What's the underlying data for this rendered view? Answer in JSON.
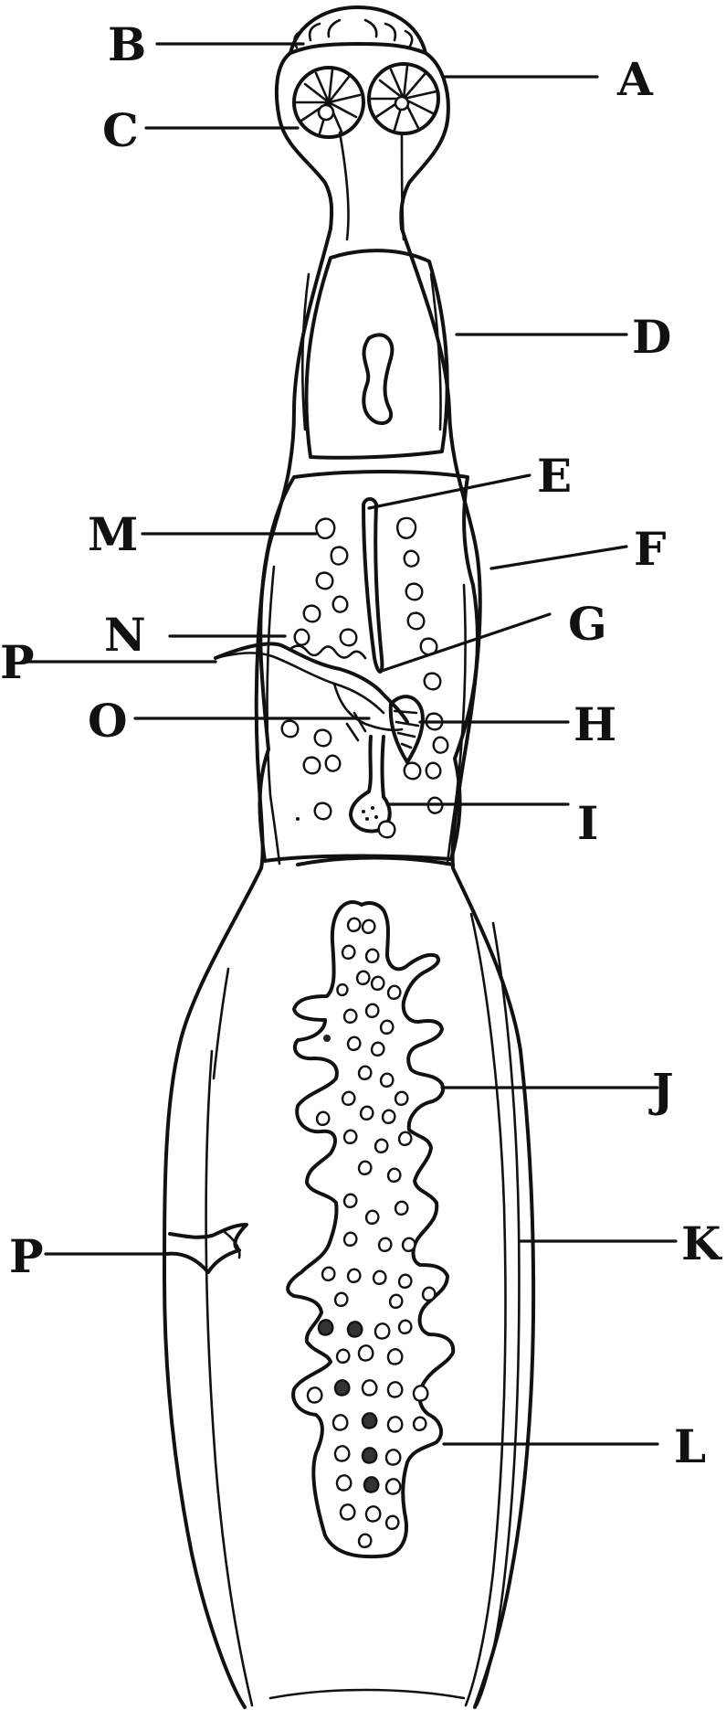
{
  "labels": {
    "A": "A",
    "B": "B",
    "C": "C",
    "D": "D",
    "E": "E",
    "F": "F",
    "G": "G",
    "H": "H",
    "I": "I",
    "J": "J",
    "K": "K",
    "L": "L",
    "M": "M",
    "N": "N",
    "O": "O",
    "P1": "P",
    "P2": "P"
  },
  "colors": {
    "line": "#111111",
    "background": "#ffffff"
  }
}
